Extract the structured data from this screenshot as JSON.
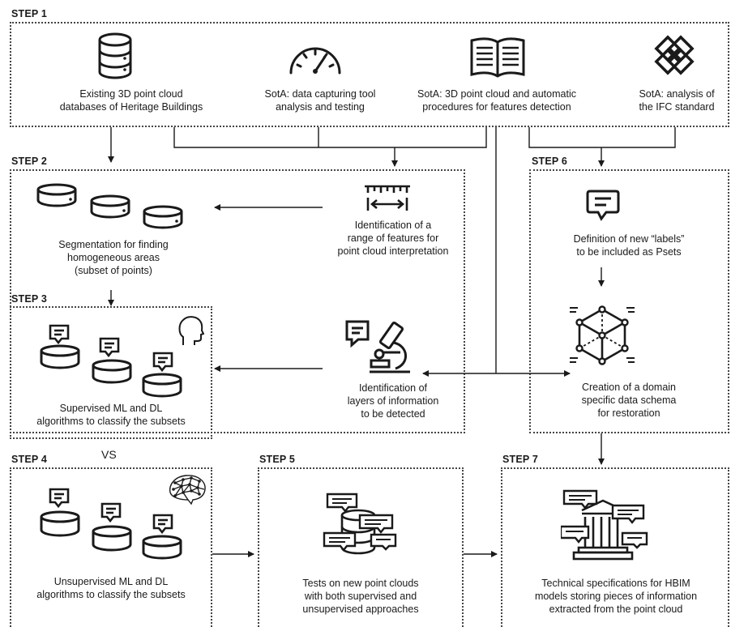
{
  "steps": {
    "s1": "STEP 1",
    "s2": "STEP 2",
    "s3": "STEP 3",
    "s4": "STEP 4",
    "s5": "STEP 5",
    "s6": "STEP 6",
    "s7": "STEP 7"
  },
  "step1": {
    "db_label": "Existing 3D point cloud\ndatabases of Heritage Buildings",
    "tool_label": "SotA: data capturing tool\nanalysis and testing",
    "book_label": "SotA: 3D point cloud and automatic\nprocedures for features detection",
    "ifc_label": "SotA: analysis of\nthe IFC standard"
  },
  "step2": {
    "segmentation_label": "Segmentation for finding\nhomogeneous areas\n(subset of points)",
    "features_label": "Identification of a\nrange of features for\npoint cloud interpretation",
    "layers_label": "Identification of\nlayers of information\nto be detected"
  },
  "step3": {
    "supervised_label": "Supervised ML and DL\nalgorithms to classify the subsets"
  },
  "vs": "VS",
  "step4": {
    "unsupervised_label": "Unsupervised ML and DL\nalgorithms to classify the subsets"
  },
  "step5": {
    "tests_label": "Tests on new point clouds\nwith both supervised and\nunsupervised approaches"
  },
  "step6": {
    "labels_label": "Definition of new “labels”\nto be included as Psets",
    "schema_label": "Creation of a domain\nspecific data schema\nfor restoration"
  },
  "step7": {
    "hbim_label": "Technical specifications for HBIM\nmodels storing pieces of information\nextracted from the point cloud"
  },
  "colors": {
    "stroke": "#1a1a1a",
    "dotted": "#444444",
    "background": "#ffffff"
  },
  "icons": [
    "database-icon",
    "speedometer-icon",
    "open-book-icon",
    "ifc-logo-icon",
    "dimension-ruler-icon",
    "speech-bubble-icon",
    "microscope-icon",
    "human-head-icon",
    "neural-brain-icon",
    "cube-schema-icon",
    "building-icon"
  ]
}
